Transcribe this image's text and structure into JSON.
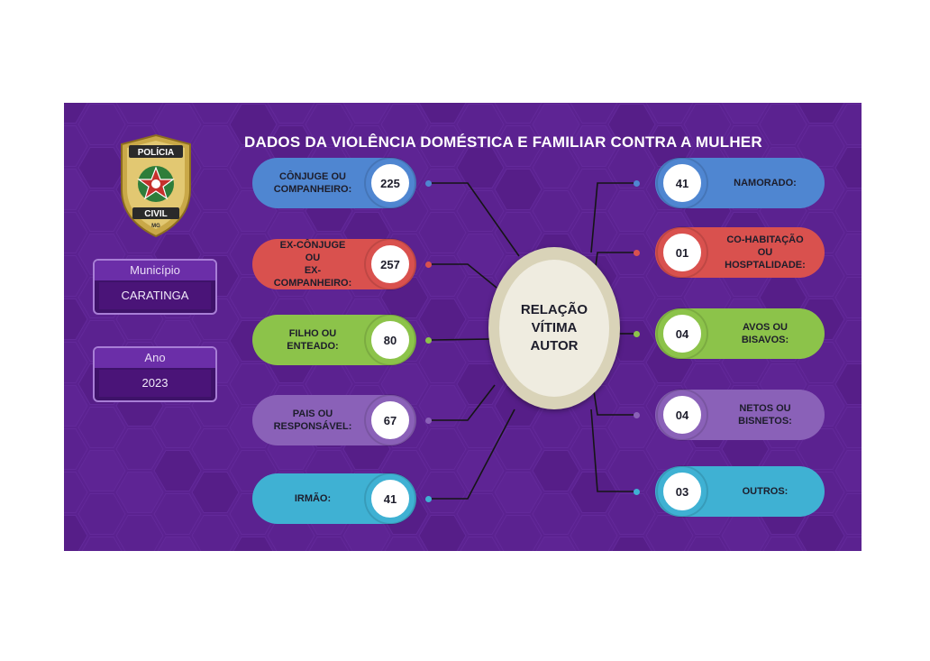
{
  "title": "DADOS DA VIOLÊNCIA DOMÉSTICA E FAMILIAR CONTRA A MULHER",
  "badge": {
    "top_text": "POLÍCIA",
    "bottom_text": "CIVIL",
    "state": "MG"
  },
  "filters": {
    "municipio": {
      "label": "Município",
      "value": "CARATINGA"
    },
    "ano": {
      "label": "Ano",
      "value": "2023"
    }
  },
  "center": {
    "label": "RELAÇÃO\nVÍTIMA\nAUTOR"
  },
  "left_items": [
    {
      "label": "CÔNJUGE OU\nCOMPANHEIRO:",
      "value": "225",
      "color": "#4f86d1"
    },
    {
      "label": "EX-CÔNJUGE  OU\nEX-COMPANHEIRO:",
      "value": "257",
      "color": "#d9514e"
    },
    {
      "label": "FILHO OU\nENTEADO:",
      "value": "80",
      "color": "#8cc34a"
    },
    {
      "label": "PAIS OU\nRESPONSÁVEL:",
      "value": "67",
      "color": "#8a61b8"
    },
    {
      "label": "IRMÃO:",
      "value": "41",
      "color": "#3fb1d3"
    }
  ],
  "right_items": [
    {
      "label": "NAMORADO:",
      "value": "41",
      "color": "#4f86d1"
    },
    {
      "label": "CO-HABITAÇÃO\nOU HOSPTALIDADE:",
      "value": "01",
      "color": "#d9514e"
    },
    {
      "label": "AVOS OU\nBISAVOS:",
      "value": "04",
      "color": "#8cc34a"
    },
    {
      "label": "NETOS OU\nBISNETOS:",
      "value": "04",
      "color": "#8a61b8"
    },
    {
      "label": "OUTROS:",
      "value": "03",
      "color": "#3fb1d3"
    }
  ]
}
